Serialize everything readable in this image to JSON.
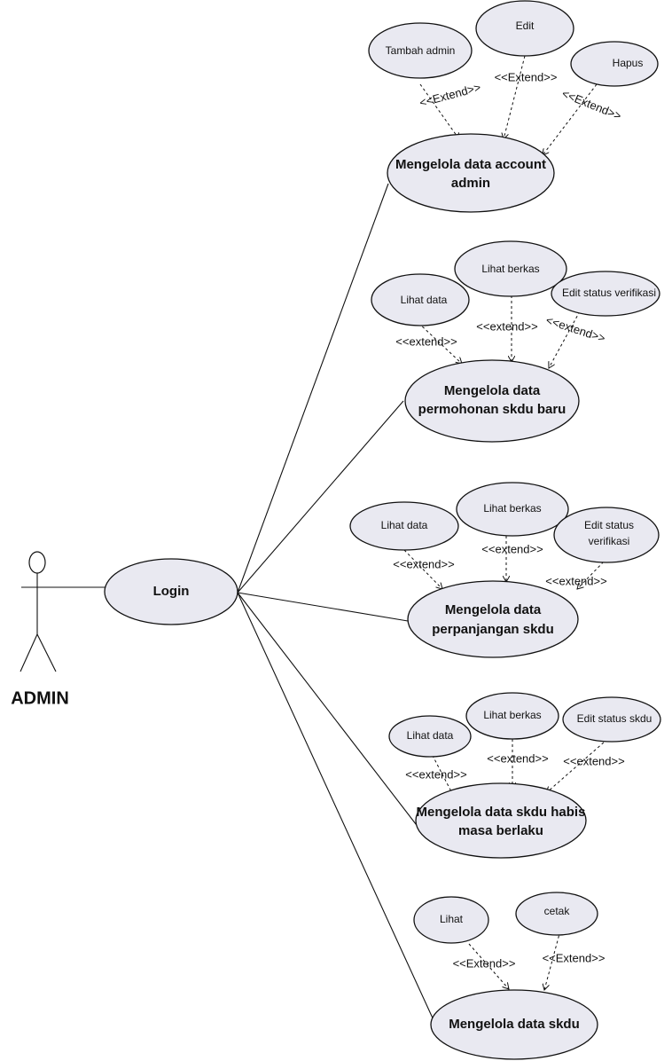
{
  "actor": {
    "label": "ADMIN"
  },
  "login": {
    "label": "Login"
  },
  "groups": [
    {
      "main": [
        "Mengelola data account",
        "admin"
      ],
      "subs": [
        {
          "lines": [
            "Tambah admin"
          ],
          "ext": "<<Extend>>"
        },
        {
          "lines": [
            "Edit"
          ],
          "ext": "<<Extend>>"
        },
        {
          "lines": [
            "Hapus"
          ],
          "ext": "<<Extend>>"
        }
      ]
    },
    {
      "main": [
        "Mengelola data",
        "permohonan skdu baru"
      ],
      "subs": [
        {
          "lines": [
            "Lihat data"
          ],
          "ext": "<<extend>>"
        },
        {
          "lines": [
            "Lihat berkas"
          ],
          "ext": "<<extend>>"
        },
        {
          "lines": [
            "Edit status verifikasi"
          ],
          "ext": "<<extend>>"
        }
      ]
    },
    {
      "main": [
        "Mengelola data",
        "perpanjangan skdu"
      ],
      "subs": [
        {
          "lines": [
            "Lihat data"
          ],
          "ext": "<<extend>>"
        },
        {
          "lines": [
            "Lihat berkas"
          ],
          "ext": "<<extend>>"
        },
        {
          "lines": [
            "Edit status",
            "verifikasi"
          ],
          "ext": "<<extend>>"
        }
      ]
    },
    {
      "main": [
        "Mengelola data skdu habis",
        "masa berlaku"
      ],
      "subs": [
        {
          "lines": [
            "Lihat data"
          ],
          "ext": "<<extend>>"
        },
        {
          "lines": [
            "Lihat berkas"
          ],
          "ext": "<<extend>>"
        },
        {
          "lines": [
            "Edit status skdu"
          ],
          "ext": "<<extend>>"
        }
      ]
    },
    {
      "main": [
        "Mengelola data skdu"
      ],
      "subs": [
        {
          "lines": [
            "Lihat"
          ],
          "ext": "<<Extend>>"
        },
        {
          "lines": [
            "cetak"
          ],
          "ext": "<<Extend>>"
        }
      ]
    }
  ]
}
